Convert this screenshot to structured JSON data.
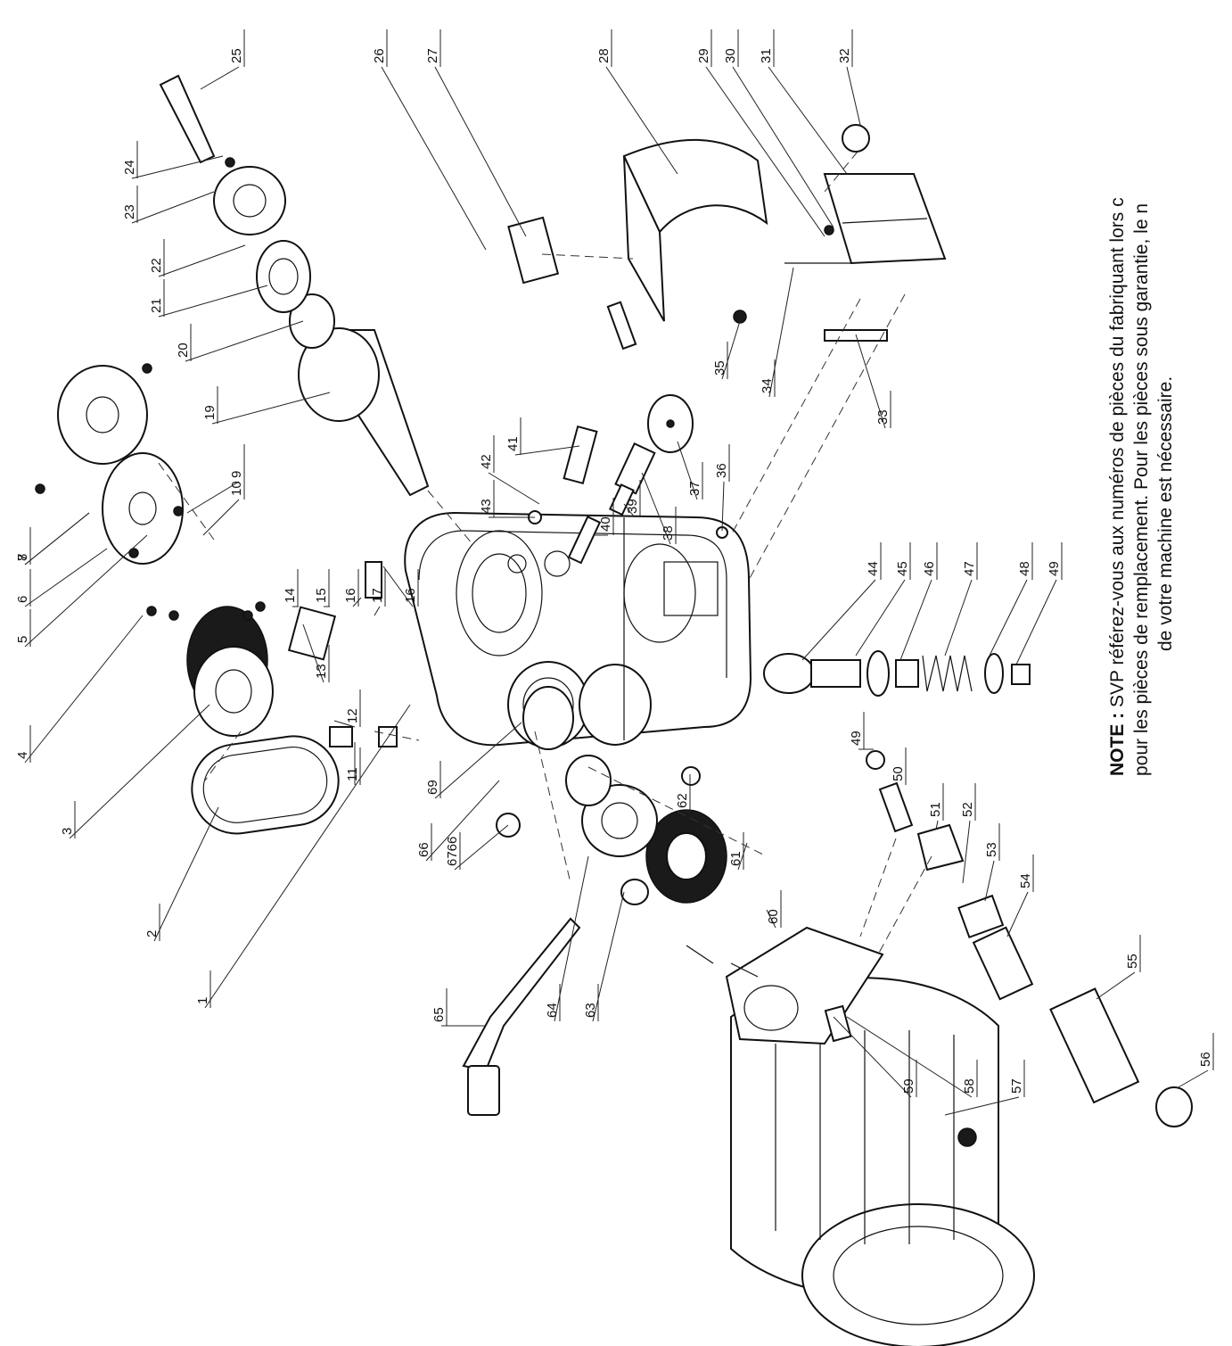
{
  "note": {
    "label": "NOTE :",
    "line1": "SVP référez-vous aux numéros de pièces du fabriquant lors c",
    "line2": "pour les pièces de remplacement.  Pour les pièces sous garantie, le n",
    "line3": "de votre machine est nécessaire."
  },
  "callouts": [
    {
      "id": "c1",
      "text": "1"
    },
    {
      "id": "c2",
      "text": "2"
    },
    {
      "id": "c3",
      "text": "3"
    },
    {
      "id": "c4",
      "text": "4"
    },
    {
      "id": "c5",
      "text": "5"
    },
    {
      "id": "c6",
      "text": "6"
    },
    {
      "id": "c7",
      "text": "7"
    },
    {
      "id": "c8",
      "text": "8"
    },
    {
      "id": "c9",
      "text": "9"
    },
    {
      "id": "c10",
      "text": "10"
    },
    {
      "id": "c11",
      "text": "11"
    },
    {
      "id": "c12",
      "text": "12"
    },
    {
      "id": "c13",
      "text": "13"
    },
    {
      "id": "c14",
      "text": "14"
    },
    {
      "id": "c15",
      "text": "15"
    },
    {
      "id": "c16a",
      "text": "16"
    },
    {
      "id": "c17",
      "text": "17"
    },
    {
      "id": "c16b",
      "text": "16"
    },
    {
      "id": "c19",
      "text": "19"
    },
    {
      "id": "c20",
      "text": "20"
    },
    {
      "id": "c21",
      "text": "21"
    },
    {
      "id": "c22",
      "text": "22"
    },
    {
      "id": "c23",
      "text": "23"
    },
    {
      "id": "c24",
      "text": "24"
    },
    {
      "id": "c25",
      "text": "25"
    },
    {
      "id": "c26",
      "text": "26"
    },
    {
      "id": "c27",
      "text": "27"
    },
    {
      "id": "c28",
      "text": "28"
    },
    {
      "id": "c29",
      "text": "29"
    },
    {
      "id": "c30",
      "text": "30"
    },
    {
      "id": "c31",
      "text": "31"
    },
    {
      "id": "c32",
      "text": "32"
    },
    {
      "id": "c33",
      "text": "33"
    },
    {
      "id": "c34",
      "text": "34"
    },
    {
      "id": "c35",
      "text": "35"
    },
    {
      "id": "c36",
      "text": "36"
    },
    {
      "id": "c37",
      "text": "37"
    },
    {
      "id": "c38",
      "text": "38"
    },
    {
      "id": "c39",
      "text": "39"
    },
    {
      "id": "c40",
      "text": "40"
    },
    {
      "id": "c41",
      "text": "41"
    },
    {
      "id": "c42",
      "text": "42"
    },
    {
      "id": "c43",
      "text": "43"
    },
    {
      "id": "c44",
      "text": "44"
    },
    {
      "id": "c45",
      "text": "45"
    },
    {
      "id": "c46",
      "text": "46"
    },
    {
      "id": "c47",
      "text": "47"
    },
    {
      "id": "c48",
      "text": "48"
    },
    {
      "id": "c49a",
      "text": "49"
    },
    {
      "id": "c49b",
      "text": "49"
    },
    {
      "id": "c50",
      "text": "50"
    },
    {
      "id": "c51",
      "text": "51"
    },
    {
      "id": "c52",
      "text": "52"
    },
    {
      "id": "c53",
      "text": "53"
    },
    {
      "id": "c54",
      "text": "54"
    },
    {
      "id": "c55",
      "text": "55"
    },
    {
      "id": "c56",
      "text": "56"
    },
    {
      "id": "c57",
      "text": "57"
    },
    {
      "id": "c58",
      "text": "58"
    },
    {
      "id": "c59",
      "text": "59"
    },
    {
      "id": "c60",
      "text": "60"
    },
    {
      "id": "c61",
      "text": "61"
    },
    {
      "id": "c62",
      "text": "62"
    },
    {
      "id": "c63",
      "text": "63"
    },
    {
      "id": "c64",
      "text": "64"
    },
    {
      "id": "c65",
      "text": "65"
    },
    {
      "id": "c66",
      "text": "66"
    },
    {
      "id": "c6766",
      "text": "6766"
    },
    {
      "id": "c69",
      "text": "69"
    }
  ]
}
